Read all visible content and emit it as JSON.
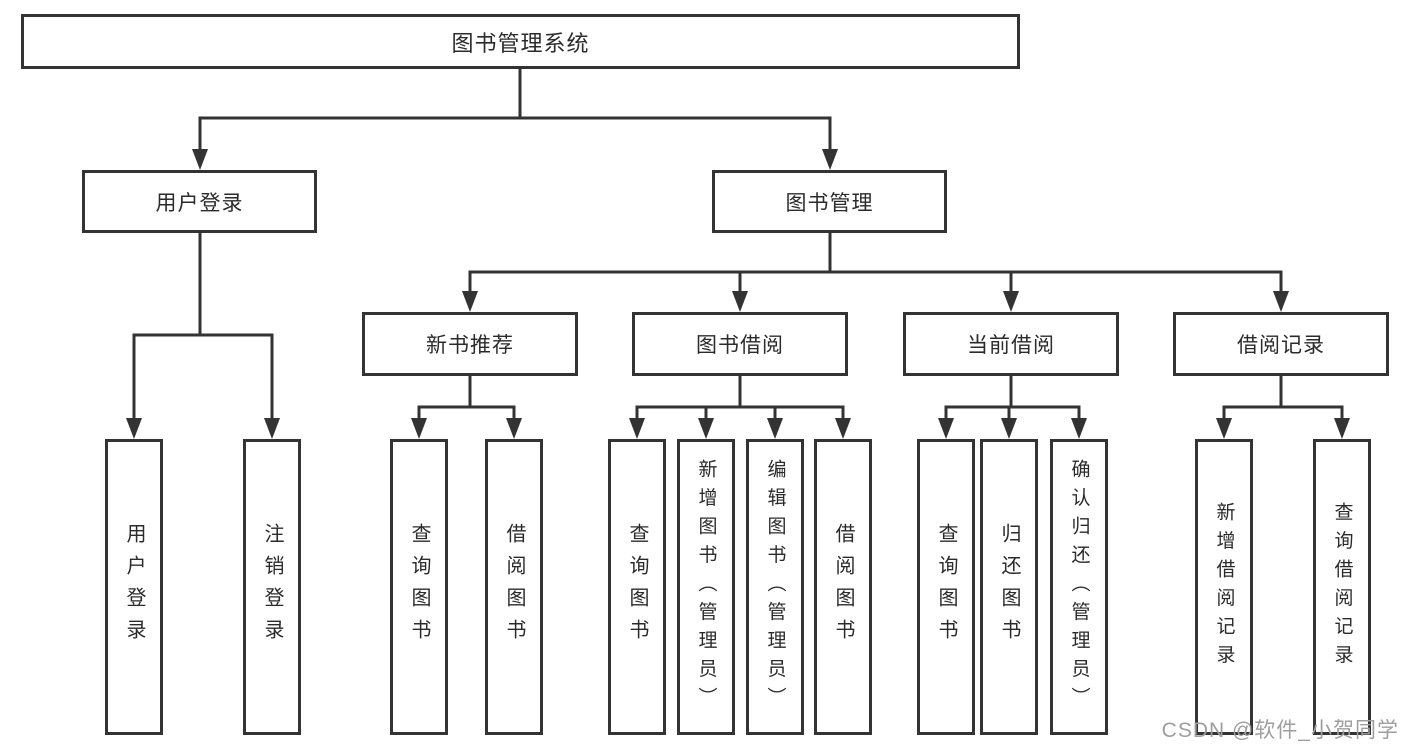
{
  "colors": {
    "line": "#333333",
    "text": "#2b2b2b",
    "watermark": "#9e9e9e",
    "bg": "#ffffff"
  },
  "tree": {
    "root": {
      "label": "图书管理系统"
    },
    "branches": [
      {
        "label": "用户登录",
        "children": [
          "用户登录",
          "注销登录"
        ]
      },
      {
        "label": "图书管理",
        "sections": [
          {
            "label": "新书推荐",
            "children": [
              "查询图书",
              "借阅图书"
            ]
          },
          {
            "label": "图书借阅",
            "children": [
              "查询图书",
              "新增图书（管理员）",
              "编辑图书（管理员）",
              "借阅图书"
            ]
          },
          {
            "label": "当前借阅",
            "children": [
              "查询图书",
              "归还图书",
              "确认归还（管理员）"
            ]
          },
          {
            "label": "借阅记录",
            "children": [
              "新增借阅记录",
              "查询借阅记录"
            ]
          }
        ]
      }
    ]
  },
  "watermark": {
    "text": "CSDN @软件_小贺同学"
  }
}
